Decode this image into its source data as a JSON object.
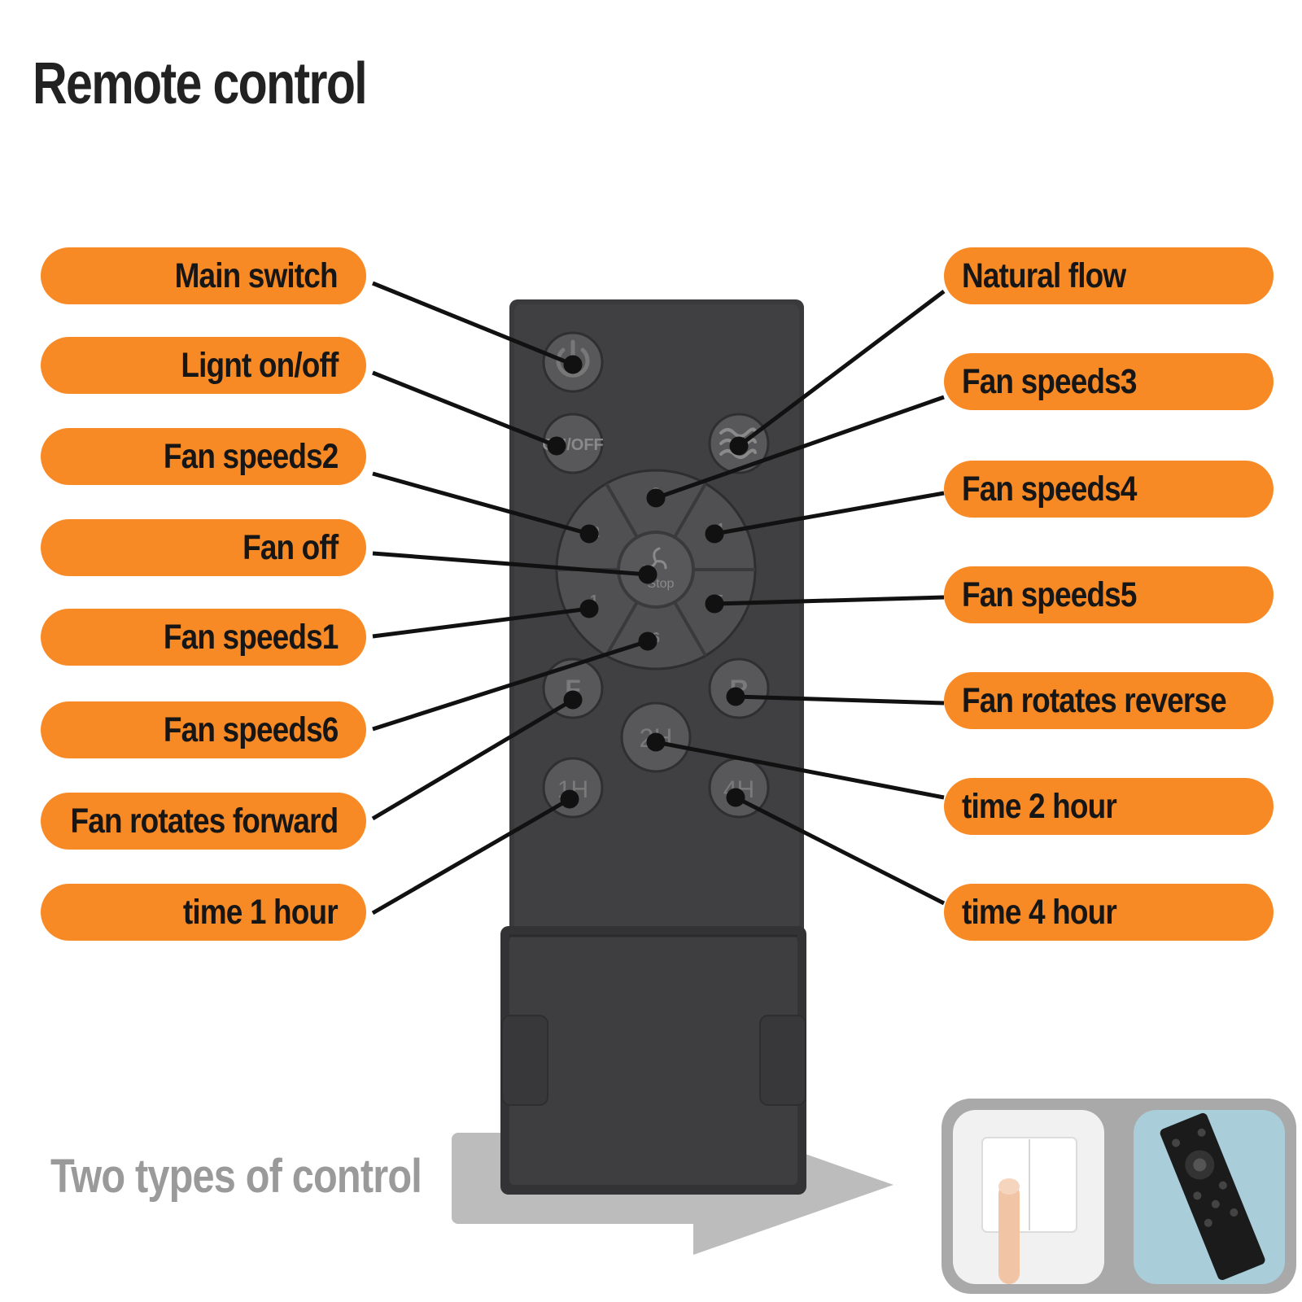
{
  "title": "Remote control",
  "remote": {
    "buttons": {
      "on_off": "ON/OFF",
      "speed_1": "1",
      "speed_2": "2",
      "speed_3": "3",
      "speed_4": "4",
      "speed_5": "5",
      "speed_6": "6",
      "stop": "Stop",
      "forward": "F",
      "reverse": "R",
      "time_1h": "1H",
      "time_2h": "2H",
      "time_4h": "4H"
    }
  },
  "labels_left": [
    "Main switch",
    "Lignt on/off",
    "Fan speeds2",
    "Fan off",
    "Fan speeds1",
    "Fan speeds6",
    "Fan rotates forward",
    "time 1 hour"
  ],
  "labels_right": [
    "Natural flow",
    "Fan speeds3",
    "Fan speeds4",
    "Fan speeds5",
    "Fan rotates reverse",
    "time 2 hour",
    "time 4 hour"
  ],
  "footer": {
    "text": "Two types of control"
  },
  "colors": {
    "label_bg": "#F78A25",
    "remote_body": "#3d3d3f",
    "button": "#5a5a5d",
    "photo_frame": "#a9a9a9"
  }
}
